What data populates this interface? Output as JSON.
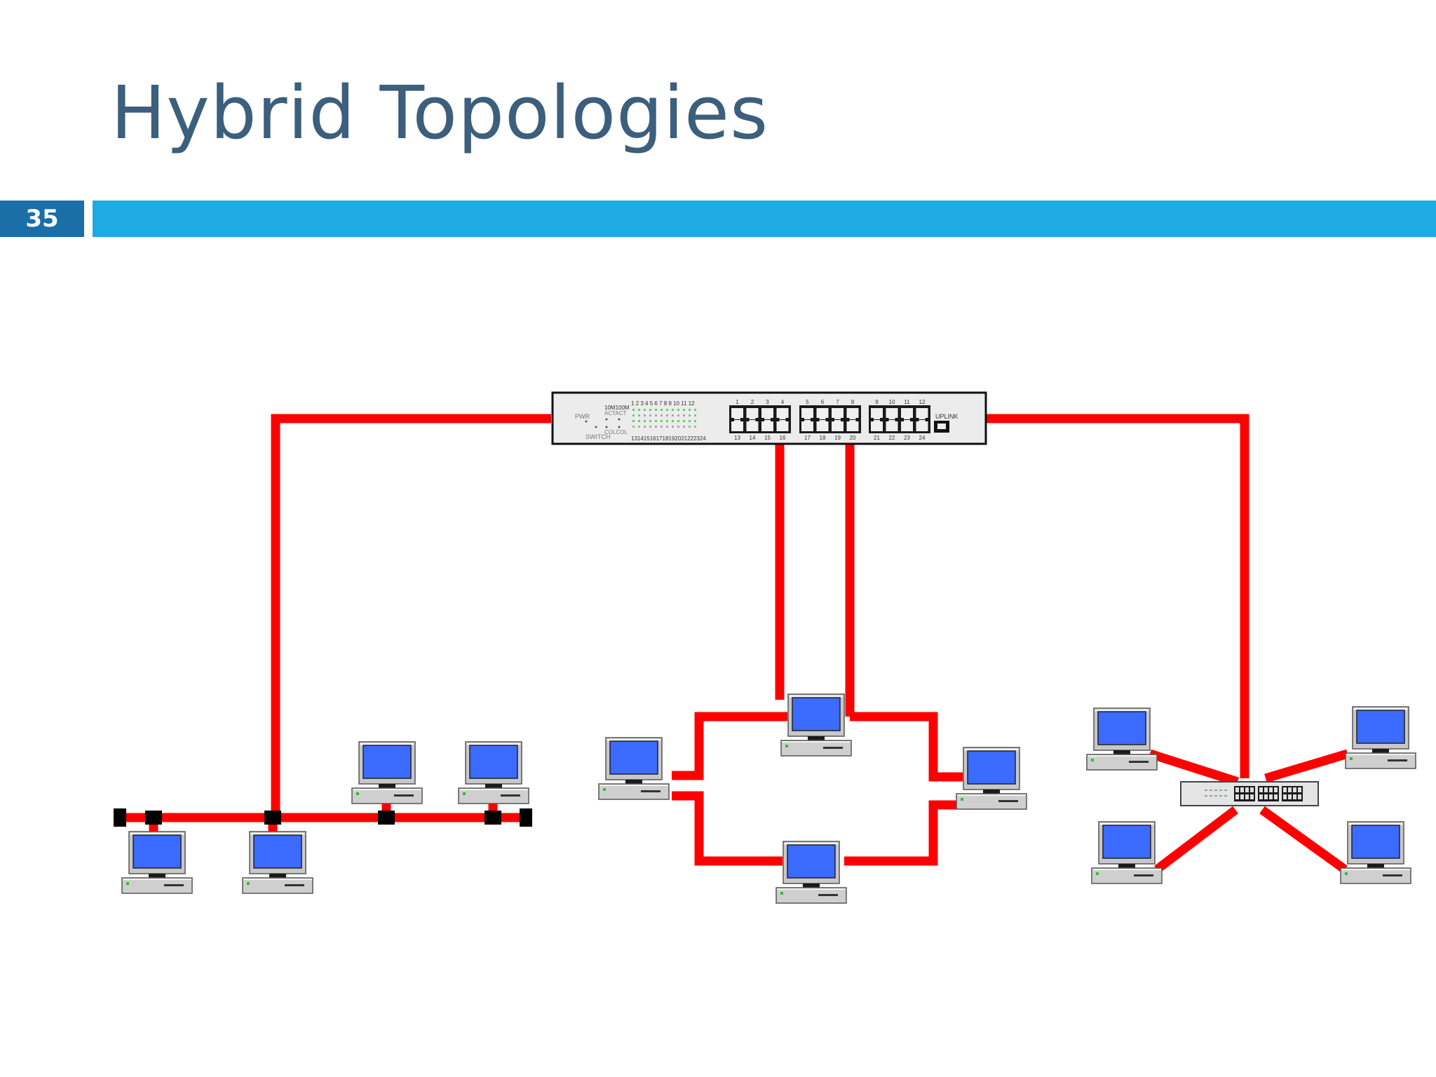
{
  "slide": {
    "title": "Hybrid Topologies",
    "number": "35"
  },
  "colors": {
    "title": "#3b5f7c",
    "accent_bar": "#1eaae2",
    "number_box": "#1a6fa8",
    "cable": "#ff0000",
    "screen": "#3b6bff"
  },
  "switch": {
    "brand_labels": [
      "PWR",
      "SWITCH",
      "10M100M",
      "ACTACT",
      "COLCOL"
    ],
    "led_top_numbers": "1 2 3 4 5 6 7 8 9 10 11 12",
    "led_bottom_numbers": "131415161718192021222324",
    "port_top_numbers": [
      "1",
      "2",
      "3",
      "4",
      "5",
      "6",
      "7",
      "8",
      "9",
      "10",
      "11",
      "12"
    ],
    "port_bottom_numbers": [
      "13",
      "14",
      "15",
      "16",
      "17",
      "18",
      "19",
      "20",
      "21",
      "22",
      "23",
      "24"
    ],
    "uplink_label": "UPLINK"
  },
  "icons": [
    "computer-icon",
    "network-switch-icon",
    "bus-terminator-icon"
  ]
}
